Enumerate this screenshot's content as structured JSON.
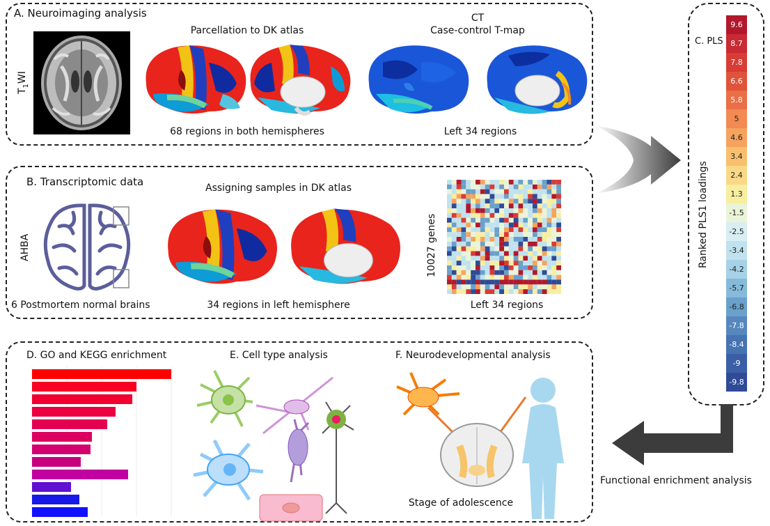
{
  "panel_a": {
    "title": "A. Neuroimaging analysis",
    "t1_label_main": "T",
    "t1_label_sub": "1",
    "t1_label_rest": "WI",
    "parcellation_title": "Parcellation to DK atlas",
    "ct_title": "CT",
    "tmap_title": "Case-control T-map",
    "regions_both": "68 regions in both hemispheres",
    "left_regions": "Left 34 regions"
  },
  "panel_b": {
    "title": "B. Transcriptomic data",
    "assign_title": "Assigning samples in DK atlas",
    "ahba_label": "AHBA",
    "brains_caption": "6 Postmortem normal brains",
    "regions_left": "34 regions in left hemisphere",
    "genes_label": "10027 genes",
    "left_regions": "Left 34 regions"
  },
  "panel_c": {
    "title": "C. PLS",
    "axis_label": "Ranked PLS1 loadings",
    "scale_values": [
      "9.6",
      "8.7",
      "7.8",
      "6.6",
      "5.8",
      "5",
      "4.6",
      "3.4",
      "2.4",
      "1.3",
      "-1.5",
      "-2.5",
      "-3.4",
      "-4.2",
      "-5.7",
      "-6.8",
      "-7.8",
      "-8.4",
      "-9",
      "-9.8"
    ],
    "scale_colors": [
      "#b2182b",
      "#c92a33",
      "#d83c35",
      "#e0533b",
      "#ea6e46",
      "#f28a52",
      "#f6a35d",
      "#f8c06e",
      "#fad886",
      "#f8eea0",
      "#eaf4d8",
      "#d9eef2",
      "#c0e2ee",
      "#a6d1e6",
      "#86bada",
      "#6aa0cc",
      "#5688be",
      "#4673b2",
      "#3a5fa6",
      "#2f4b98"
    ]
  },
  "panel_d": {
    "title": "D. GO and KEGG enrichment",
    "bar_values": [
      100,
      75,
      72,
      60,
      54,
      43,
      42,
      35,
      69,
      28,
      34,
      40
    ],
    "bar_colors": [
      "#ff0000",
      "#f70023",
      "#f2002f",
      "#ec003f",
      "#e40050",
      "#dc005f",
      "#d40070",
      "#c80080",
      "#c000a0",
      "#6010d0",
      "#1818e8",
      "#1010ff"
    ]
  },
  "panel_e": {
    "title": "E. Cell type analysis"
  },
  "panel_f": {
    "title": "F. Neurodevelopmental analysis",
    "caption": "Stage of adolescence"
  },
  "arrows": {
    "functional_label": "Functional enrichment analysis"
  },
  "colors": {
    "border": "#222222",
    "arrow": "#3c3c3c"
  }
}
